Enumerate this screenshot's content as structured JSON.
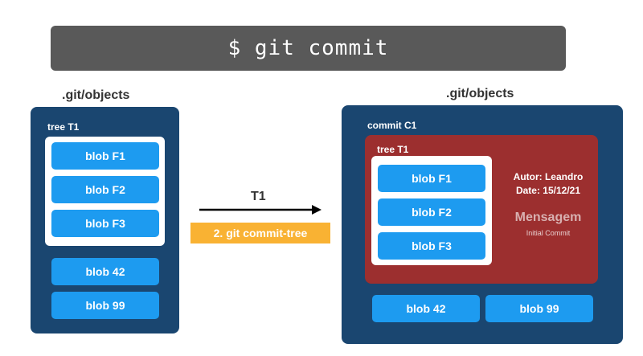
{
  "command": "$ git commit",
  "left": {
    "section_label": ".git/objects",
    "tree_label": "tree T1",
    "tree_blobs": [
      "blob F1",
      "blob F2",
      "blob F3"
    ],
    "loose_blobs": [
      "blob 42",
      "blob 99"
    ]
  },
  "arrow": {
    "label": "T1",
    "step_label": "2. git commit-tree",
    "step_color": "#f9b233"
  },
  "right": {
    "section_label": ".git/objects",
    "commit_label": "commit C1",
    "tree_label": "tree T1",
    "tree_blobs": [
      "blob F1",
      "blob F2",
      "blob F3"
    ],
    "author": "Autor: Leandro",
    "date": "Date: 15/12/21",
    "message_heading": "Mensagem",
    "message_text": "Initial Commit",
    "loose_blobs": [
      "blob 42",
      "blob 99"
    ]
  },
  "colors": {
    "panel": "#1a4670",
    "blob": "#1d9bf0",
    "commit": "#9c2f2f",
    "command_bar": "#595959"
  }
}
